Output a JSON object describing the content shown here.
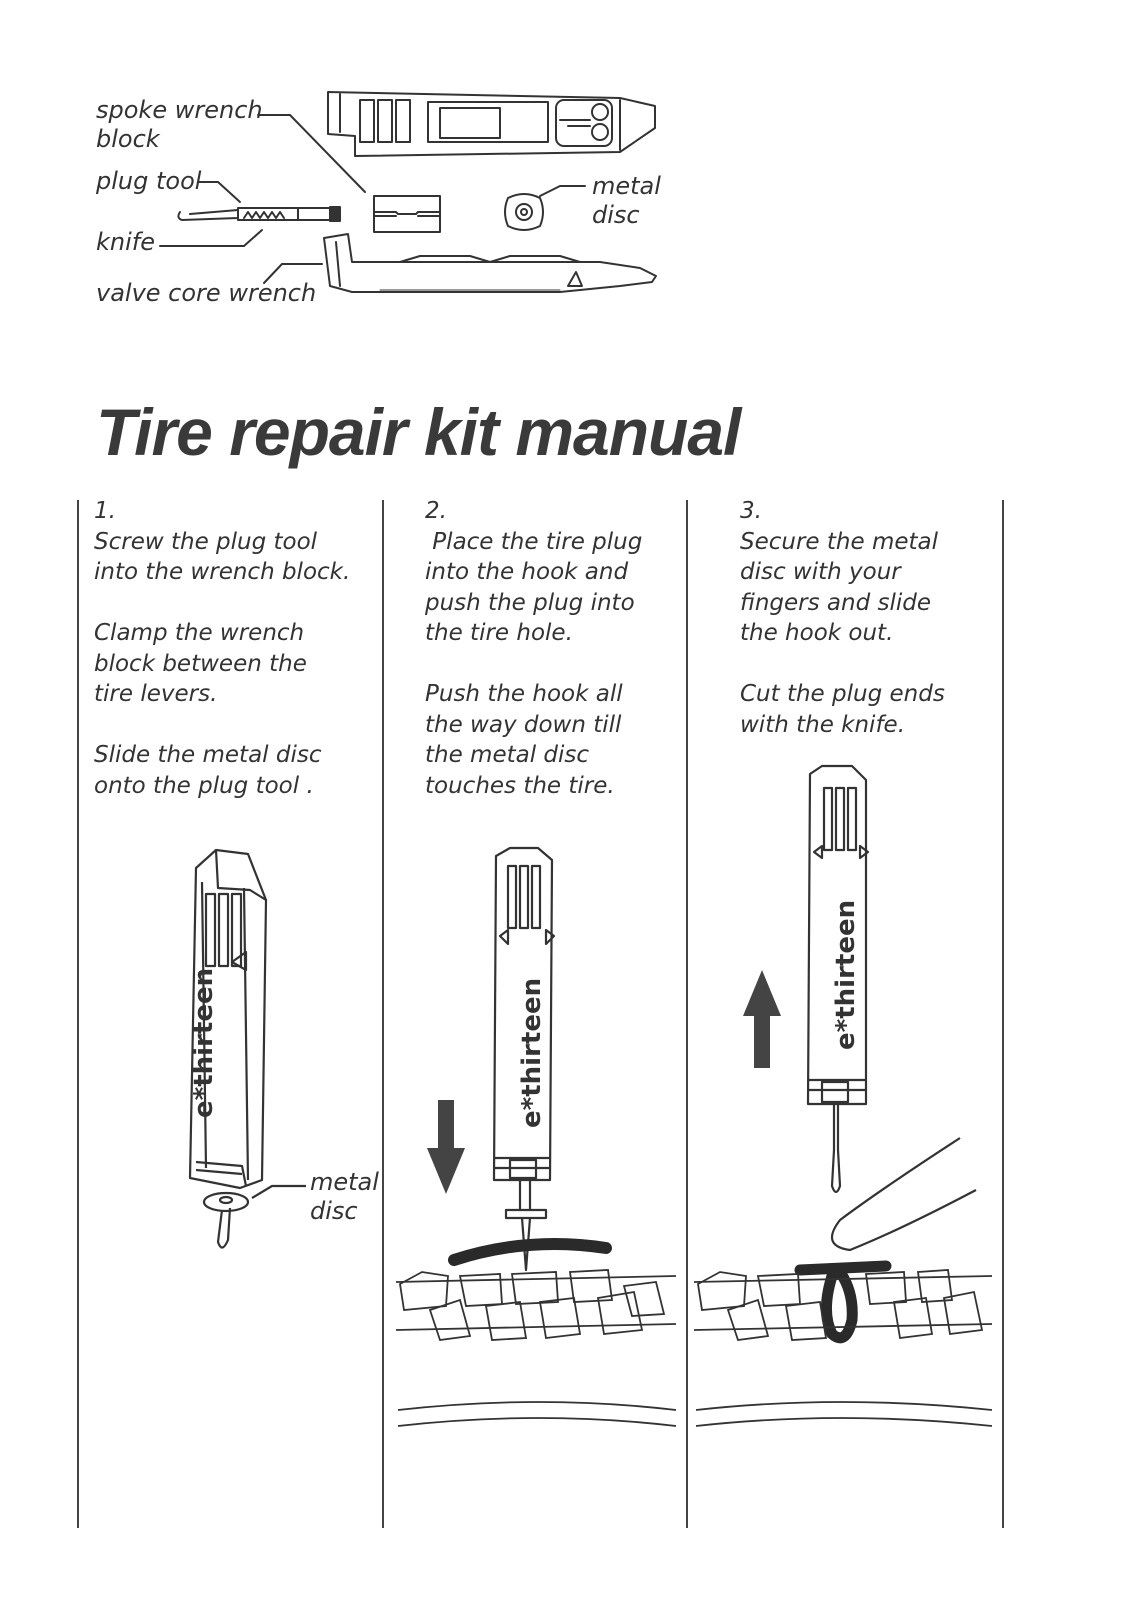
{
  "parts_legend": {
    "spoke_wrench_block": "spoke wrench\nblock",
    "plug_tool": "plug tool",
    "knife": "knife",
    "valve_core_wrench": "valve core wrench",
    "metal_disc": "metal\ndisc"
  },
  "title": "Tire repair kit manual",
  "steps": [
    {
      "number": "1.",
      "paragraphs": [
        "Screw the plug tool\ninto the wrench block.",
        "Clamp the wrench\nblock between the\ntire levers.",
        "Slide the metal disc\nonto the plug tool ."
      ],
      "callout": "metal\ndisc"
    },
    {
      "number": "2.",
      "paragraphs": [
        " Place the tire plug\ninto the hook and\npush the plug into\nthe tire hole.",
        "Push the hook all\nthe way down till\nthe metal disc\ntouches the tire."
      ]
    },
    {
      "number": "3.",
      "paragraphs": [
        "Secure the metal\ndisc with your\nfingers and slide\nthe hook out.",
        "Cut the plug ends\nwith the knife."
      ]
    }
  ],
  "brand_logo": "e*thirteen",
  "icons": [
    "arrow-down-icon",
    "arrow-up-icon"
  ],
  "colors": {
    "ink": "#333333",
    "arrow": "#444444",
    "plug": "#2a2a2a"
  }
}
